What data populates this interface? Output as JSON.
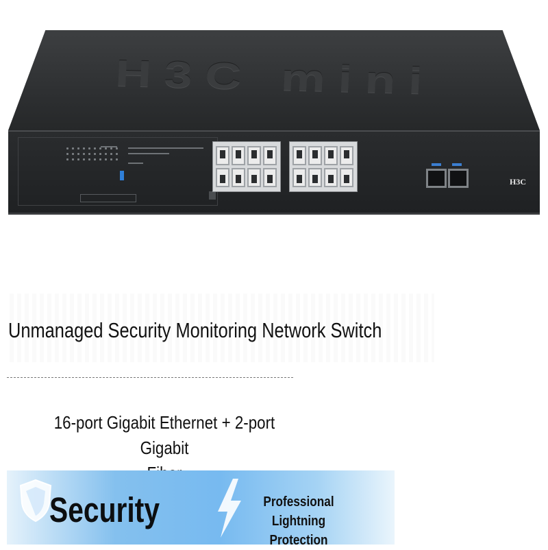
{
  "device": {
    "logo_text": "H3C mini",
    "brand_label": "H3C",
    "rj45_port_count": 16,
    "sfp_port_count": 2
  },
  "title": "Unmanaged Security Monitoring Network Switch",
  "spec": {
    "line1": "16-port Gigabit Ethernet + 2-port Gigabit",
    "line2": "Fiber"
  },
  "banner": {
    "security_label": "Security",
    "lightning_line1": "Professional Lightning",
    "lightning_line2": "Protection"
  },
  "colors": {
    "banner_blue": "#77baf0",
    "device_body": "#2c2e30",
    "status_led": "#2f7fd8"
  }
}
